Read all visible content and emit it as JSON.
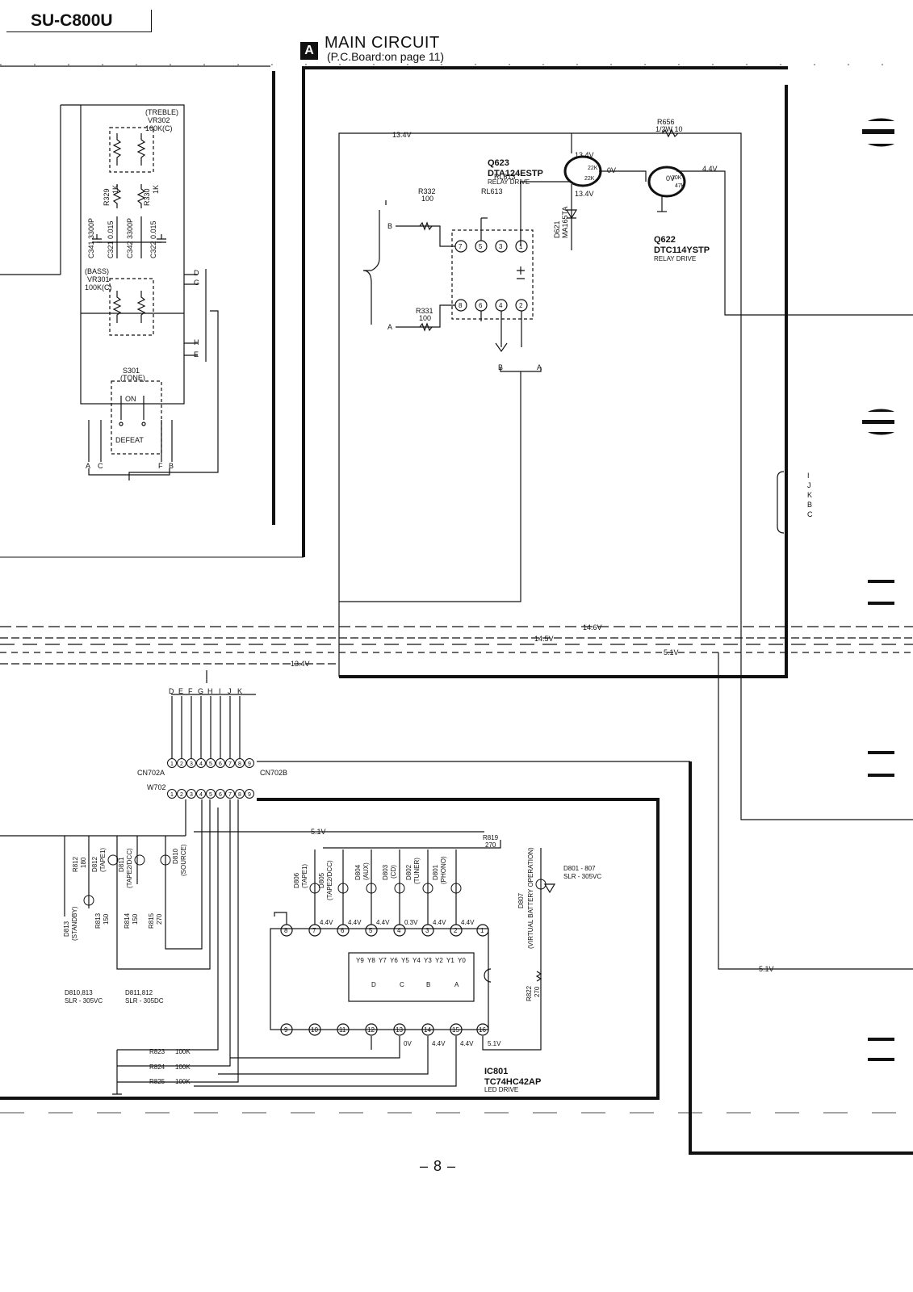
{
  "header": {
    "model": "SU-C800U"
  },
  "section": {
    "letter": "A",
    "title": "MAIN CIRCUIT",
    "subtitle": "(P.C.Board:on page 11)"
  },
  "page_number": "– 8 –",
  "tone": {
    "treble_vr": [
      "(TREBLE)",
      "VR302",
      "100K(C)"
    ],
    "bass_vr": [
      "(BASS)",
      "VR301",
      "100K(C)"
    ],
    "r329": "R329",
    "r329v": "1K",
    "r330": "R330",
    "r330v": "1K",
    "c341": "C341 3300P",
    "c321": "C321 0.015",
    "c342": "C342 3300P",
    "c322": "C322 0.015",
    "switch": [
      "S301",
      "(TONE)"
    ],
    "on": "ON",
    "defeat": "DEFEAT",
    "pins_right": [
      "D",
      "G",
      "H",
      "E"
    ],
    "pins_bottom": [
      "A",
      "C",
      "F",
      "B"
    ]
  },
  "relay": {
    "r656": [
      "R656",
      "1/2W 10"
    ],
    "q623": {
      "name": "Q623",
      "part": "DTA124ESTP",
      "func": "RELAY DRIVE",
      "r1": "22K",
      "r2": "22K"
    },
    "q622": {
      "name": "Q622",
      "part": "DTC114YSTP",
      "func": "RELAY DRIVE",
      "r1": "10K",
      "r2": "47K"
    },
    "r332": [
      "R332",
      "100"
    ],
    "r331": [
      "R331",
      "100"
    ],
    "rl613": "RL613",
    "d621": [
      "D621",
      "MA165TA"
    ],
    "pins_top": [
      "7",
      "5",
      "3",
      "1"
    ],
    "pins_bottom": [
      "8",
      "6",
      "4",
      "2"
    ],
    "ab_in": [
      "B",
      "A"
    ],
    "ab_out": [
      "B",
      "A"
    ]
  },
  "voltages": {
    "v134a": "13.4V",
    "v134b": "13.4V",
    "v134c": "13.4V",
    "v0": "0V",
    "v0b": "0V",
    "v44": "4.4V",
    "v46": "14.6V",
    "v145": "14.5V",
    "v51a": "5.1V",
    "v134d": "13.4V",
    "v51b": "5.1V",
    "v51c": "5.1V"
  },
  "right_connector": [
    "I",
    "J",
    "K",
    "B",
    "C"
  ],
  "bus_letters": [
    "D",
    "E",
    "F",
    "G",
    "H",
    "I",
    "J",
    "K"
  ],
  "connectors": {
    "cn702a": "CN702A",
    "cn702b": "CN702B",
    "w702": "W702",
    "pins": [
      "1",
      "2",
      "3",
      "4",
      "5",
      "6",
      "7",
      "8",
      "9"
    ]
  },
  "led": {
    "r812": [
      "R812",
      "180"
    ],
    "r813": [
      "R813",
      "150"
    ],
    "r814": [
      "R814",
      "150"
    ],
    "r815": [
      "R815",
      "270"
    ],
    "d812": [
      "D812",
      "(TAPE1)"
    ],
    "d811": [
      "D811",
      "(TAPE2/DCC)"
    ],
    "d810": [
      "D810",
      "(SOURCE)"
    ],
    "d813": [
      "D813",
      "(STANDBY)"
    ],
    "d806": [
      "D806",
      "(TAPE1)"
    ],
    "d805": [
      "D805",
      "(TAPE2/DCC)"
    ],
    "d804": [
      "D804",
      "(AUX)"
    ],
    "d803": [
      "D803",
      "(CD)"
    ],
    "d802": [
      "D802",
      "(TUNER)"
    ],
    "d801": [
      "D801",
      "(PHONO)"
    ],
    "d807": [
      "D807",
      "(VIRTUAL BATTERY OPERATION)"
    ],
    "r819": [
      "R819",
      "270"
    ],
    "r822": [
      "R822",
      "270"
    ],
    "note_right": [
      "D801 - 807",
      "SLR - 305VC"
    ],
    "note_left1": [
      "D810,813",
      "SLR - 305VC"
    ],
    "note_left2": [
      "D811,812",
      "SLR - 305DC"
    ]
  },
  "ic801": {
    "name": "IC801",
    "part": "TC74HC42AP",
    "func": "LED DRIVE",
    "top_pins": [
      "8",
      "7",
      "6",
      "5",
      "4",
      "3",
      "2",
      "1"
    ],
    "top_volts": [
      "4.4V",
      "4.4V",
      "4.4V",
      "0.3V",
      "4.4V",
      "4.4V"
    ],
    "bot_pins": [
      "9",
      "10",
      "11",
      "12",
      "13",
      "14",
      "15",
      "16"
    ],
    "bot_volts": [
      "0V",
      "4.4V",
      "4.4V",
      "5.1V"
    ],
    "outputs": [
      "Y9",
      "Y8",
      "Y7",
      "Y6",
      "Y5",
      "Y4",
      "Y3",
      "Y2",
      "Y1",
      "Y0"
    ],
    "inputs": [
      "D",
      "C",
      "B",
      "A"
    ]
  },
  "bias": {
    "r823": [
      "R823",
      "100K"
    ],
    "r824": [
      "R824",
      "100K"
    ],
    "r825": [
      "R825",
      "100K"
    ]
  }
}
